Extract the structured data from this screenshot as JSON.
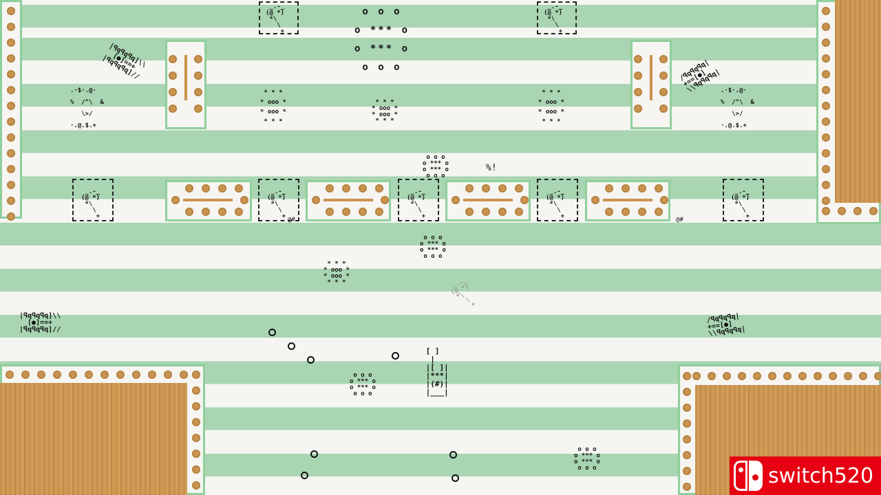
{
  "game": {
    "colors": {
      "grass_green": "#a9d5b2",
      "paper_white": "#f5f5f2",
      "wood": "#c8914a",
      "wall_dot": "#c8944f"
    },
    "player_tank": {
      "icon": "player-tank-icon",
      "ascii": " [ ]\n  |\n |[ ]|\n |***|\n |(#)|\n |___|"
    },
    "enemy_tanks": [
      {
        "ascii": "|ꟼqꟼqꟼq]\\\\\n  [●]==+\n|ꟼqꟼqꟼq]//"
      },
      {
        "ascii": "|ꟼqꟼqꟼq]\\\\\n  [●]==+\n|ꟼqꟼqꟼq]//"
      },
      {
        "ascii": "/ꟼqꟼqꟼq|\n+==[●]\n\\\\ꟼqꟼqꟼq|"
      },
      {
        "ascii": "/ꟼqꟼqꟼq|\n+==[●]\n\\\\ꟼqꟼqꟼq|"
      }
    ],
    "turret_ascii": " _.-_\n(@ *)\n *\\\n   \\\n    +",
    "octagon_turret_ascii": ".·$·.@·\n%  /^\\  &\n   \\>/\n·.@.$.+",
    "mine_cluster_ascii": " o o o\no *** o\no *** o\n o o o",
    "star_cluster_ascii": " * * *\n* ooo *\n* ooo *\n * * *",
    "labels": {
      "symbols_1": "%!",
      "symbols_2": "@#",
      "symbols_3": "@#"
    }
  },
  "watermark": {
    "text": "switch520"
  }
}
